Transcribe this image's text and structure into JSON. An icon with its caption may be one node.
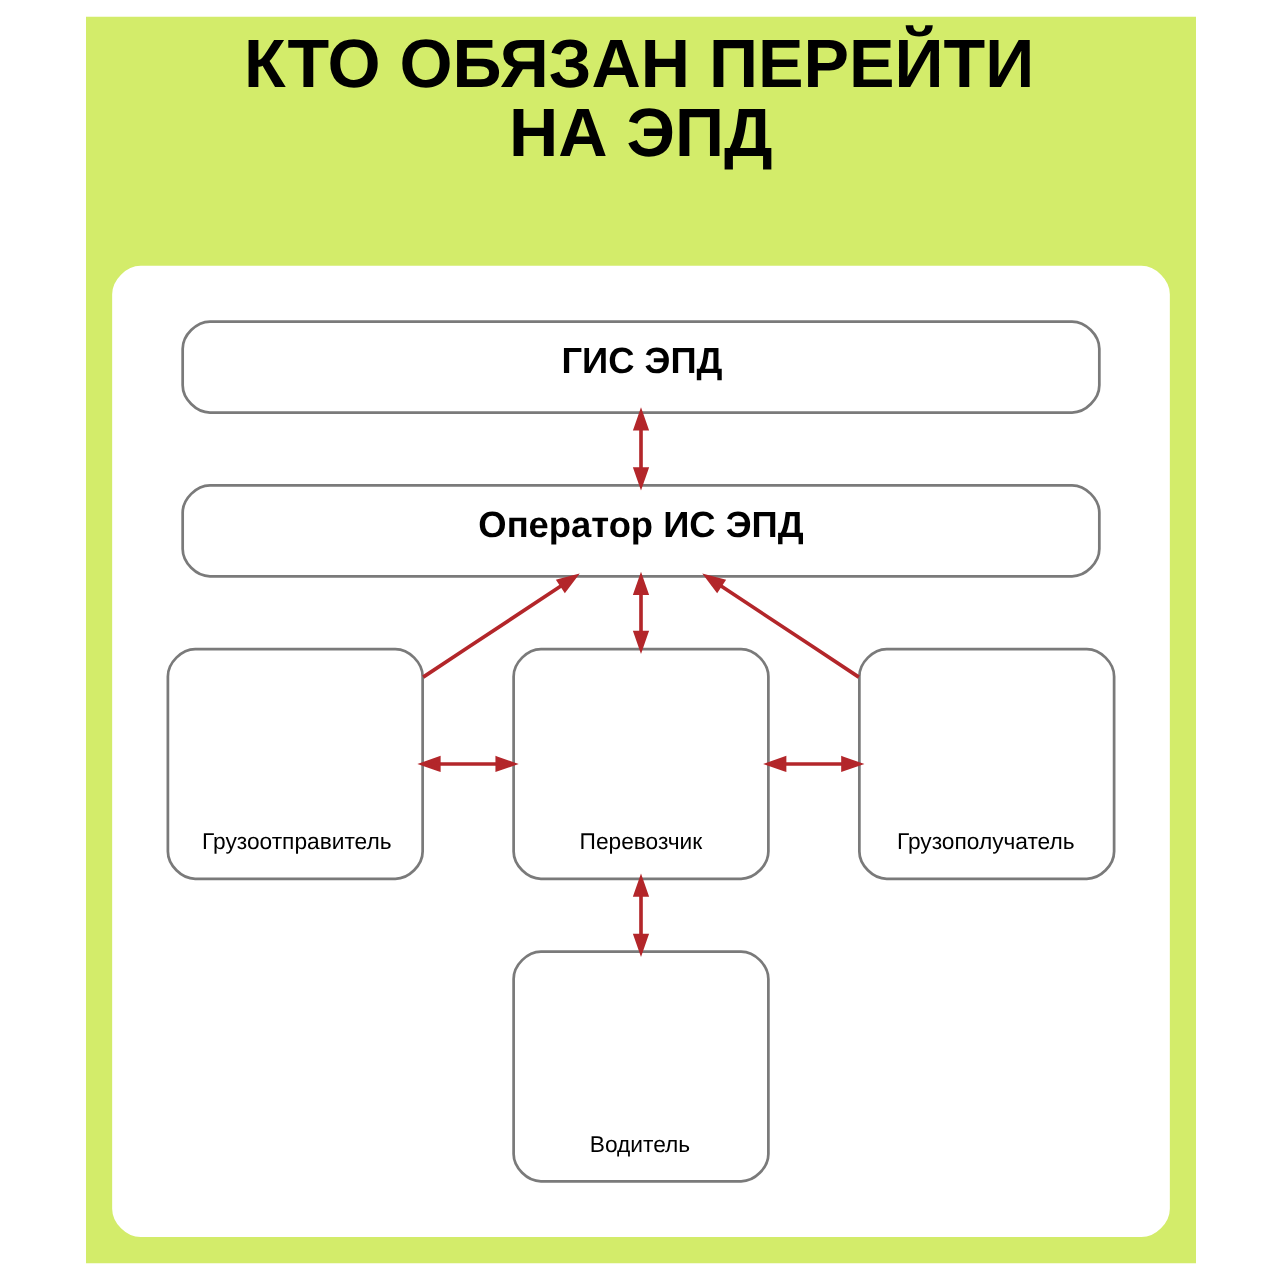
{
  "diagram": {
    "title": "КТО ОБЯЗАН ПЕРЕЙТИ НА ЭПД",
    "nodes": [
      {
        "text": [],
        "shape": "box"
      },
      {
        "text": [
          "ГИС ЭПД"
        ],
        "in": 0
      },
      {
        "text": [
          "Оператор ИС ЭПД"
        ],
        "in": 0
      },
      {
        "text": [
          "Грузоотправитель"
        ],
        "in": 0
      },
      {
        "text": [
          "Перевозчик"
        ],
        "in": 0
      },
      {
        "text": [
          "Грузополучатель"
        ],
        "in": 0
      },
      {
        "text": [
          "Водитель"
        ],
        "in": 0
      }
    ],
    "edges": [
      {
        "from": 1,
        "to": 2,
        "arrow": "both"
      },
      {
        "from": 3,
        "to": 2,
        "arrow": "to"
      },
      {
        "from": 2,
        "to": 4,
        "arrow": "both"
      },
      {
        "from": 5,
        "to": 2,
        "arrow": "to"
      },
      {
        "from": 3,
        "to": 4,
        "arrow": "both"
      },
      {
        "from": 4,
        "to": 5,
        "arrow": "both"
      },
      {
        "from": 4,
        "to": 6,
        "arrow": "both"
      }
    ]
  }
}
